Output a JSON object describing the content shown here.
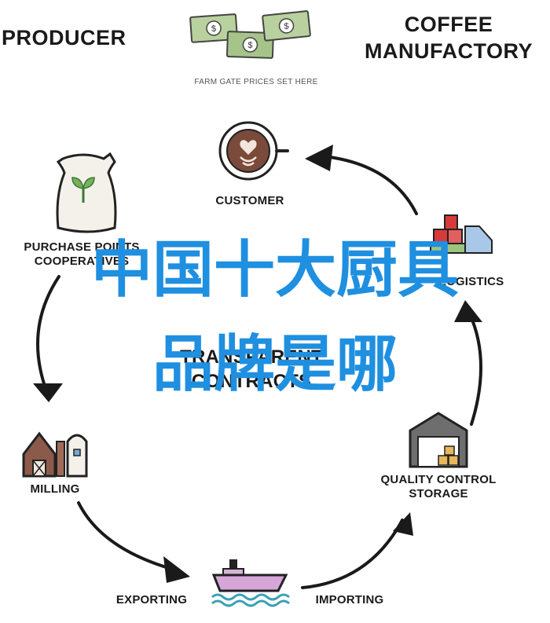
{
  "header": {
    "producer": "PRODUCER",
    "manufactory_line1": "COFFEE",
    "manufactory_line2": "MANUFACTORY",
    "money_caption": "FARM GATE PRICES SET HERE"
  },
  "nodes": {
    "customer": "CUSTOMER",
    "purchase_line1": "PURCHASE POINTS",
    "purchase_line2": "COOPERATIVES",
    "logistics": "LOGISTICS",
    "transparent_line1": "TRANSPARENT",
    "transparent_line2": "CONTRACTS",
    "milling": "MILLING",
    "quality_line1": "QUALITY CONTROL",
    "quality_line2": "STORAGE",
    "exporting": "EXPORTING",
    "importing": "IMPORTING"
  },
  "overlay": {
    "line1": "中国十大厨具",
    "line2": "品牌是哪"
  },
  "colors": {
    "overlay_text": "#1f8fe0",
    "money_green": "#a6c48a",
    "dark": "#1a1a1a"
  }
}
